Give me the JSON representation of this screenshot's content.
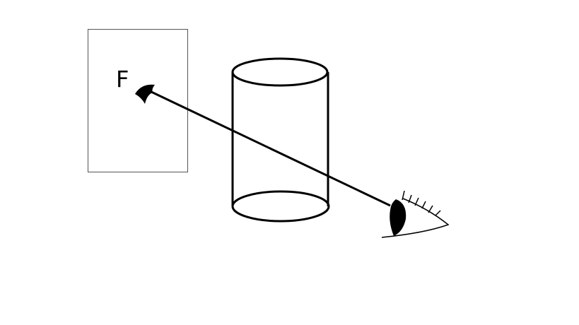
{
  "diagram": {
    "card_letter": "F",
    "colors": {
      "background": "#ffffff",
      "stroke": "#000000",
      "card_border": "#555555"
    },
    "elements": [
      "rectangle-card",
      "cylinder",
      "sight-line-arrow",
      "eye"
    ]
  }
}
